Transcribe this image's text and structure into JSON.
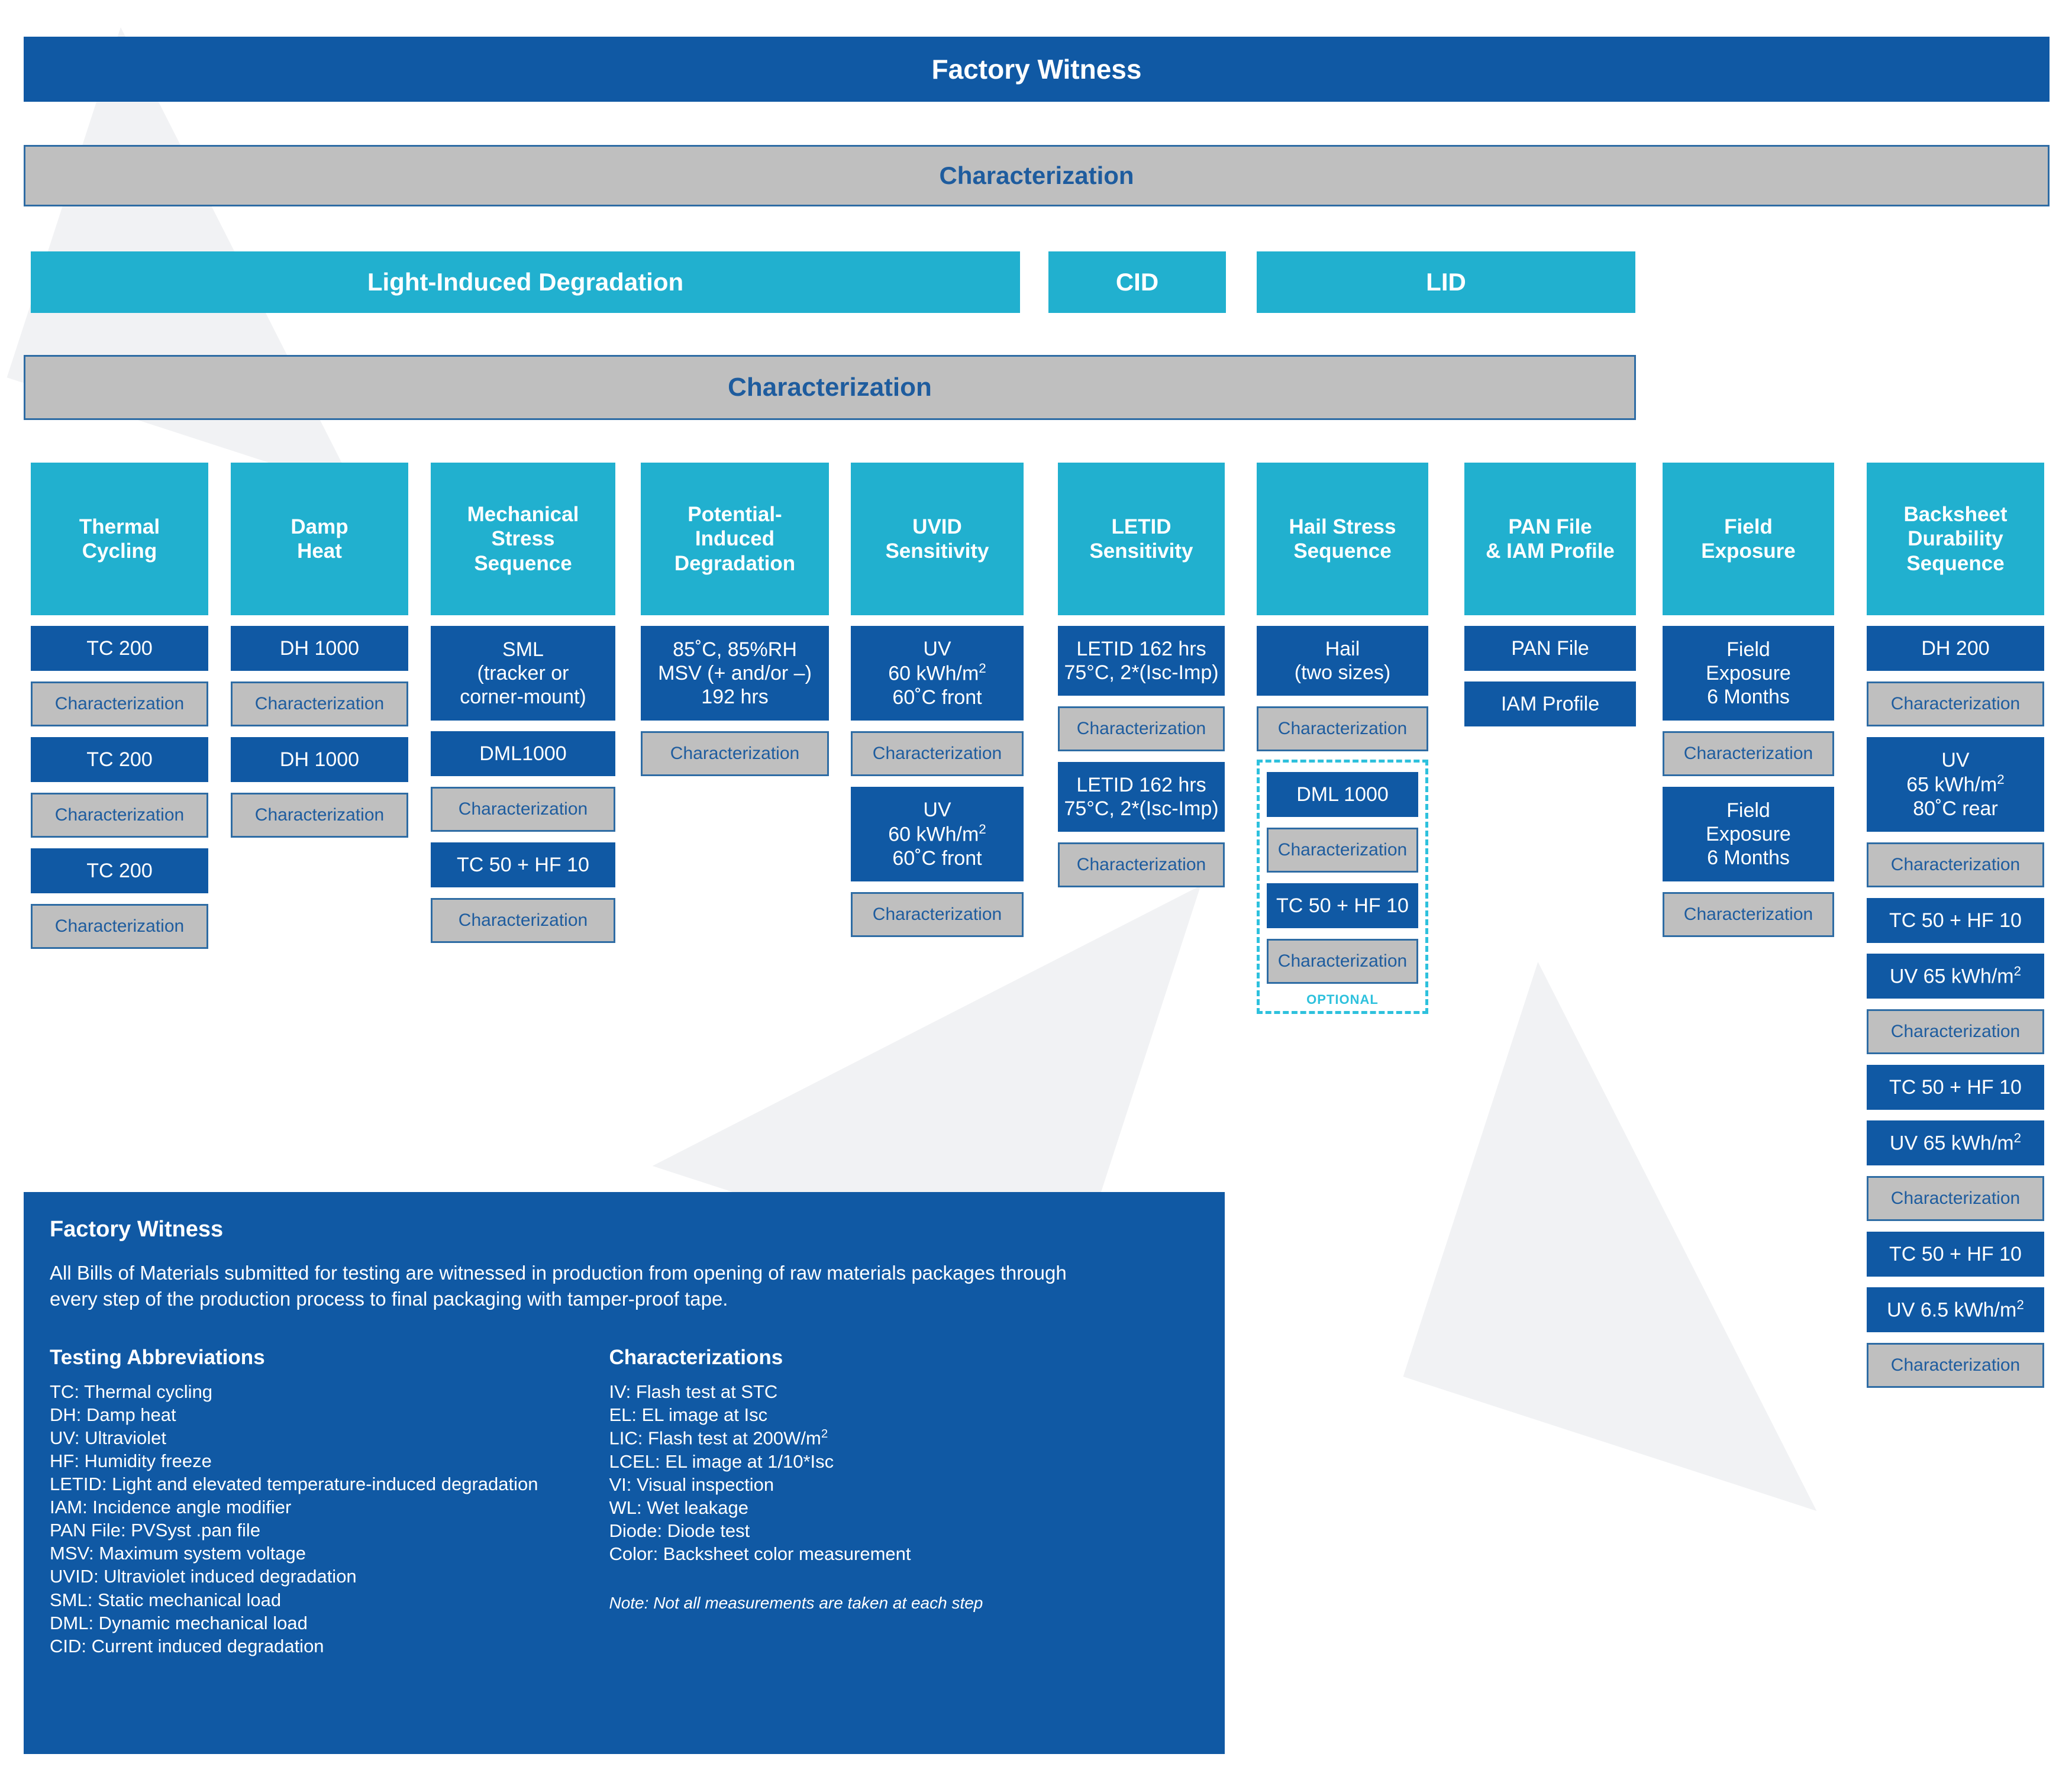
{
  "header": {
    "factory_witness": "Factory Witness",
    "characterization_1": "Characterization",
    "characterization_2": "Characterization"
  },
  "degradation_row": {
    "light_induced_degradation": "Light-Induced Degradation",
    "cid": "CID",
    "lid": "LID"
  },
  "labels": {
    "characterization": "Characterization",
    "optional": "OPTIONAL"
  },
  "columns": [
    {
      "id": "thermal-cycling",
      "title": "Thermal\nCycling",
      "steps": [
        {
          "type": "blue",
          "text": "TC 200",
          "lines": 1
        },
        {
          "type": "gray",
          "text": "Characterization",
          "lines": 1
        },
        {
          "type": "blue",
          "text": "TC 200",
          "lines": 1
        },
        {
          "type": "gray",
          "text": "Characterization",
          "lines": 1
        },
        {
          "type": "blue",
          "text": "TC 200",
          "lines": 1
        },
        {
          "type": "gray",
          "text": "Characterization",
          "lines": 1
        }
      ]
    },
    {
      "id": "damp-heat",
      "title": "Damp\nHeat",
      "steps": [
        {
          "type": "blue",
          "text": "DH 1000",
          "lines": 1
        },
        {
          "type": "gray",
          "text": "Characterization",
          "lines": 1
        },
        {
          "type": "blue",
          "text": "DH 1000",
          "lines": 1
        },
        {
          "type": "gray",
          "text": "Characterization",
          "lines": 1
        }
      ]
    },
    {
      "id": "mechanical-stress-sequence",
      "title": "Mechanical\nStress\nSequence",
      "steps": [
        {
          "type": "blue",
          "text": "SML\n(tracker or\ncorner-mount)",
          "lines": 3
        },
        {
          "type": "blue",
          "text": "DML1000",
          "lines": 1
        },
        {
          "type": "gray",
          "text": "Characterization",
          "lines": 1
        },
        {
          "type": "blue",
          "text": "TC 50 + HF 10",
          "lines": 1
        },
        {
          "type": "gray",
          "text": "Characterization",
          "lines": 1
        }
      ]
    },
    {
      "id": "potential-induced-degradation",
      "title": "Potential-\nInduced\nDegradation",
      "steps": [
        {
          "type": "blue",
          "text": "85˚C, 85%RH\nMSV (+ and/or –)\n192 hrs",
          "lines": 3
        },
        {
          "type": "gray",
          "text": "Characterization",
          "lines": 1
        }
      ]
    },
    {
      "id": "uvid-sensitivity",
      "title": "UVID\nSensitivity",
      "steps": [
        {
          "type": "blue",
          "text": "UV\n60 kWh/m²\n60˚C front",
          "lines": 3
        },
        {
          "type": "gray",
          "text": "Characterization",
          "lines": 1
        },
        {
          "type": "blue",
          "text": "UV\n60 kWh/m²\n60˚C front",
          "lines": 3
        },
        {
          "type": "gray",
          "text": "Characterization",
          "lines": 1
        }
      ]
    },
    {
      "id": "letid-sensitivity",
      "title": "LETID\nSensitivity",
      "steps": [
        {
          "type": "blue",
          "text": "LETID 162 hrs\n75°C, 2*(Isc-Imp)",
          "lines": 2
        },
        {
          "type": "gray",
          "text": "Characterization",
          "lines": 1
        },
        {
          "type": "blue",
          "text": "LETID 162 hrs\n75°C, 2*(Isc-Imp)",
          "lines": 2
        },
        {
          "type": "gray",
          "text": "Characterization",
          "lines": 1
        }
      ]
    },
    {
      "id": "hail-stress-sequence",
      "title": "Hail Stress\nSequence",
      "steps": [
        {
          "type": "blue",
          "text": "Hail\n(two sizes)",
          "lines": 2
        },
        {
          "type": "gray",
          "text": "Characterization",
          "lines": 1
        }
      ],
      "optional_group": {
        "label": "OPTIONAL",
        "steps": [
          {
            "type": "blue",
            "text": "DML 1000",
            "lines": 1
          },
          {
            "type": "gray",
            "text": "Characterization",
            "lines": 1
          },
          {
            "type": "blue",
            "text": "TC 50 + HF 10",
            "lines": 1
          },
          {
            "type": "gray",
            "text": "Characterization",
            "lines": 1
          }
        ]
      }
    },
    {
      "id": "pan-file-iam-profile",
      "title": "PAN File\n& IAM Profile",
      "steps": [
        {
          "type": "blue",
          "text": "PAN File",
          "lines": 1
        },
        {
          "type": "blue",
          "text": "IAM Profile",
          "lines": 1
        }
      ]
    },
    {
      "id": "field-exposure",
      "title": "Field\nExposure",
      "steps": [
        {
          "type": "blue",
          "text": "Field\nExposure\n6 Months",
          "lines": 3
        },
        {
          "type": "gray",
          "text": "Characterization",
          "lines": 1
        },
        {
          "type": "blue",
          "text": "Field\nExposure\n6 Months",
          "lines": 3
        },
        {
          "type": "gray",
          "text": "Characterization",
          "lines": 1
        }
      ]
    },
    {
      "id": "backsheet-durability-sequence",
      "title": "Backsheet\nDurability\nSequence",
      "steps": [
        {
          "type": "blue",
          "text": "DH 200",
          "lines": 1
        },
        {
          "type": "gray",
          "text": "Characterization",
          "lines": 1
        },
        {
          "type": "blue",
          "text": "UV\n65 kWh/m²\n80˚C rear",
          "lines": 3
        },
        {
          "type": "gray",
          "text": "Characterization",
          "lines": 1
        },
        {
          "type": "blue",
          "text": "TC 50 + HF 10",
          "lines": 1
        },
        {
          "type": "blue",
          "text": "UV 65 kWh/m²",
          "lines": 1
        },
        {
          "type": "gray",
          "text": "Characterization",
          "lines": 1
        },
        {
          "type": "blue",
          "text": "TC 50 + HF 10",
          "lines": 1
        },
        {
          "type": "blue",
          "text": "UV 65 kWh/m²",
          "lines": 1
        },
        {
          "type": "gray",
          "text": "Characterization",
          "lines": 1
        },
        {
          "type": "blue",
          "text": "TC 50 + HF 10",
          "lines": 1
        },
        {
          "type": "blue",
          "text": "UV 6.5 kWh/m²",
          "lines": 1
        },
        {
          "type": "gray",
          "text": "Characterization",
          "lines": 1
        }
      ]
    }
  ],
  "legend": {
    "title": "Factory Witness",
    "intro": "All Bills of Materials submitted for testing are witnessed in production from opening of raw materials packages through every step of the production process to final packaging with tamper-proof tape.",
    "abbrev_title": "Testing Abbreviations",
    "abbreviations": [
      "TC: Thermal cycling",
      "DH: Damp heat",
      "UV: Ultraviolet",
      "HF: Humidity freeze",
      "LETID: Light and elevated temperature-induced degradation",
      "IAM: Incidence angle modifier",
      "PAN File: PVSyst .pan file",
      "MSV: Maximum system voltage",
      "UVID: Ultraviolet induced degradation",
      "SML: Static mechanical load",
      "DML: Dynamic mechanical load",
      "CID: Current induced degradation"
    ],
    "charact_title": "Characterizations",
    "characterizations": [
      "IV: Flash test at STC",
      "EL: EL image at Isc",
      "LIC: Flash test at 200W/m²",
      "LCEL: EL image at 1/10*Isc",
      "VI: Visual inspection",
      "WL: Wet leakage",
      "Diode: Diode test",
      "Color: Backsheet color measurement"
    ],
    "note": "Note: Not all measurements are taken at each step"
  },
  "colors": {
    "dark_blue": "#1059a4",
    "teal": "#21b0cf",
    "gray": "#bfbfbf",
    "border_blue": "#2e6ca4",
    "optional_dash": "#2ec1dd",
    "text_blue": "#1e5c9e",
    "white": "#ffffff"
  }
}
